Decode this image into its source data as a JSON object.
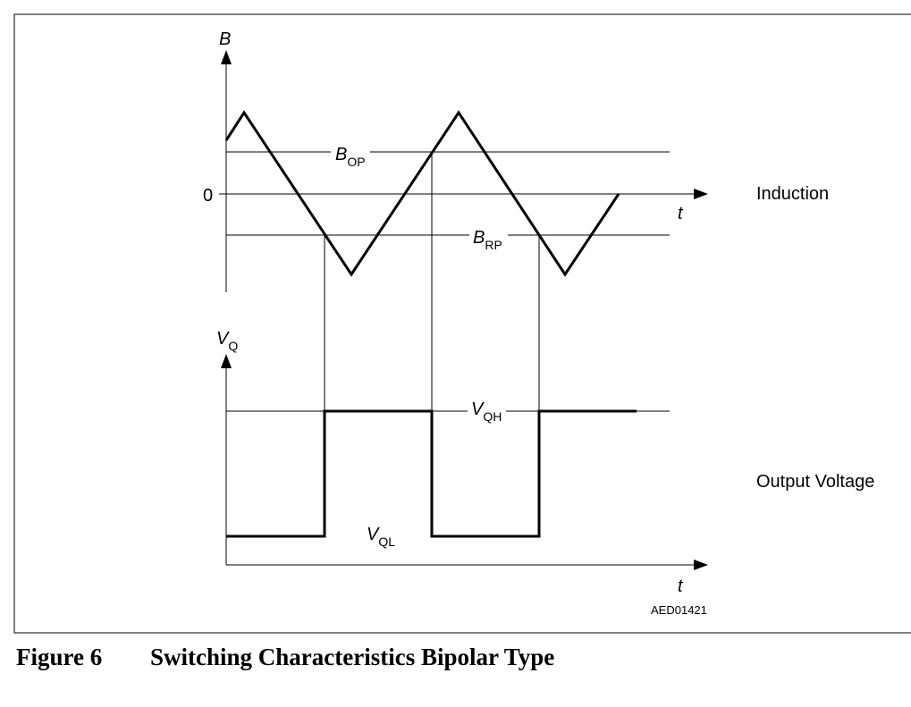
{
  "diagram": {
    "top_axis": {
      "label": "B",
      "zero_label": "0",
      "t_label": "t",
      "side_label": "Induction"
    },
    "bop": {
      "main": "B",
      "sub": "OP"
    },
    "brp": {
      "main": "B",
      "sub": "RP"
    },
    "bottom_axis": {
      "label": "V",
      "label_sub": "Q",
      "t_label": "t",
      "side_label": "Output Voltage"
    },
    "vqh": {
      "main": "V",
      "sub": "QH"
    },
    "vql": {
      "main": "V",
      "sub": "QL"
    },
    "code": "AED01421"
  },
  "caption": {
    "number": "Figure 6",
    "title": "Switching Characteristics Bipolar Type"
  }
}
